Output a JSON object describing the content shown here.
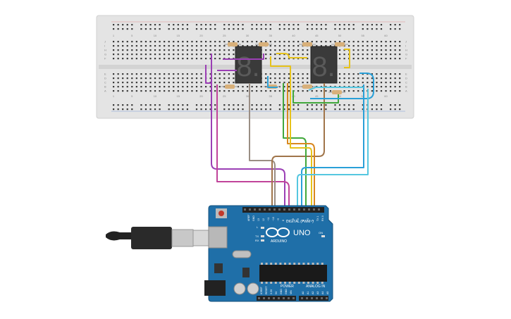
{
  "breadcrumb": {
    "col_numbers": [
      "1",
      "5",
      "10",
      "15",
      "20",
      "25",
      "30",
      "35",
      "40",
      "45",
      "50",
      "55",
      "60"
    ],
    "row_letters_top": [
      "J",
      "I",
      "H",
      "G",
      "F"
    ],
    "row_letters_bottom": [
      "E",
      "D",
      "C",
      "B",
      "A"
    ]
  },
  "display": {
    "digit_glyph": "8."
  },
  "arduino": {
    "brand": "ARDUINO",
    "model": "UNO",
    "digital_label": "DIGITAL (PWM~)",
    "aref_label": "AREF",
    "gnd_label": "GND",
    "power_label": "POWER",
    "analog_label": "ANALOG IN",
    "tx_label": "TX",
    "rx_label": "RX",
    "l_label": "L",
    "on_label": "ON",
    "power_pins": [
      "IOREF",
      "RESET",
      "3.3V",
      "5V",
      "GND",
      "GND",
      "VIN"
    ],
    "analog_pins": [
      "A0",
      "A1",
      "A2",
      "A3",
      "A4",
      "A5"
    ],
    "digital_pins": [
      "13",
      "12",
      "~11",
      "~10",
      "~9",
      "8",
      "7",
      "~6",
      "~5",
      "4",
      "~3",
      "2",
      "TX 1",
      "RX 0"
    ]
  },
  "colors": {
    "board_blue": "#1f6fa8",
    "breadboard": "#e4e4e4",
    "wire_purple": "#9b3fb5",
    "wire_brown": "#a0754a",
    "wire_gray": "#9a8e84",
    "wire_green": "#41a83c",
    "wire_orange": "#d9881f",
    "wire_yellow": "#e6c21a",
    "wire_blue": "#2aa0d8"
  }
}
